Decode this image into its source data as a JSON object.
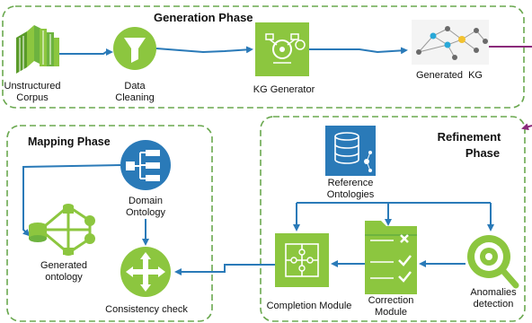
{
  "generation": {
    "title": "Generation Phase",
    "unstructured_corpus": [
      "Unstructured",
      "Corpus"
    ],
    "data_cleaning": [
      "Data",
      "Cleaning"
    ],
    "kg_generator": "KG Generator",
    "generated_kg": "Generated  KG"
  },
  "mapping": {
    "title": "Mapping Phase",
    "domain_ontology": [
      "Domain",
      "Ontology"
    ],
    "generated_ontology": [
      "Generated",
      "ontology"
    ],
    "consistency_check": "Consistency check"
  },
  "refinement": {
    "title": [
      "Refinement",
      "Phase"
    ],
    "reference_ontologies": [
      "Reference",
      "Ontologies"
    ],
    "completion_module": "Completion Module",
    "correction_module": [
      "Correction",
      "Module"
    ],
    "anomalies_detection": [
      "Anomalies",
      "detection"
    ]
  },
  "colors": {
    "green": "#8cc63f",
    "dark_green": "#5a9b2a",
    "blue": "#2a7ab8",
    "purple": "#8a2a7a",
    "border": "#6aa84f"
  }
}
